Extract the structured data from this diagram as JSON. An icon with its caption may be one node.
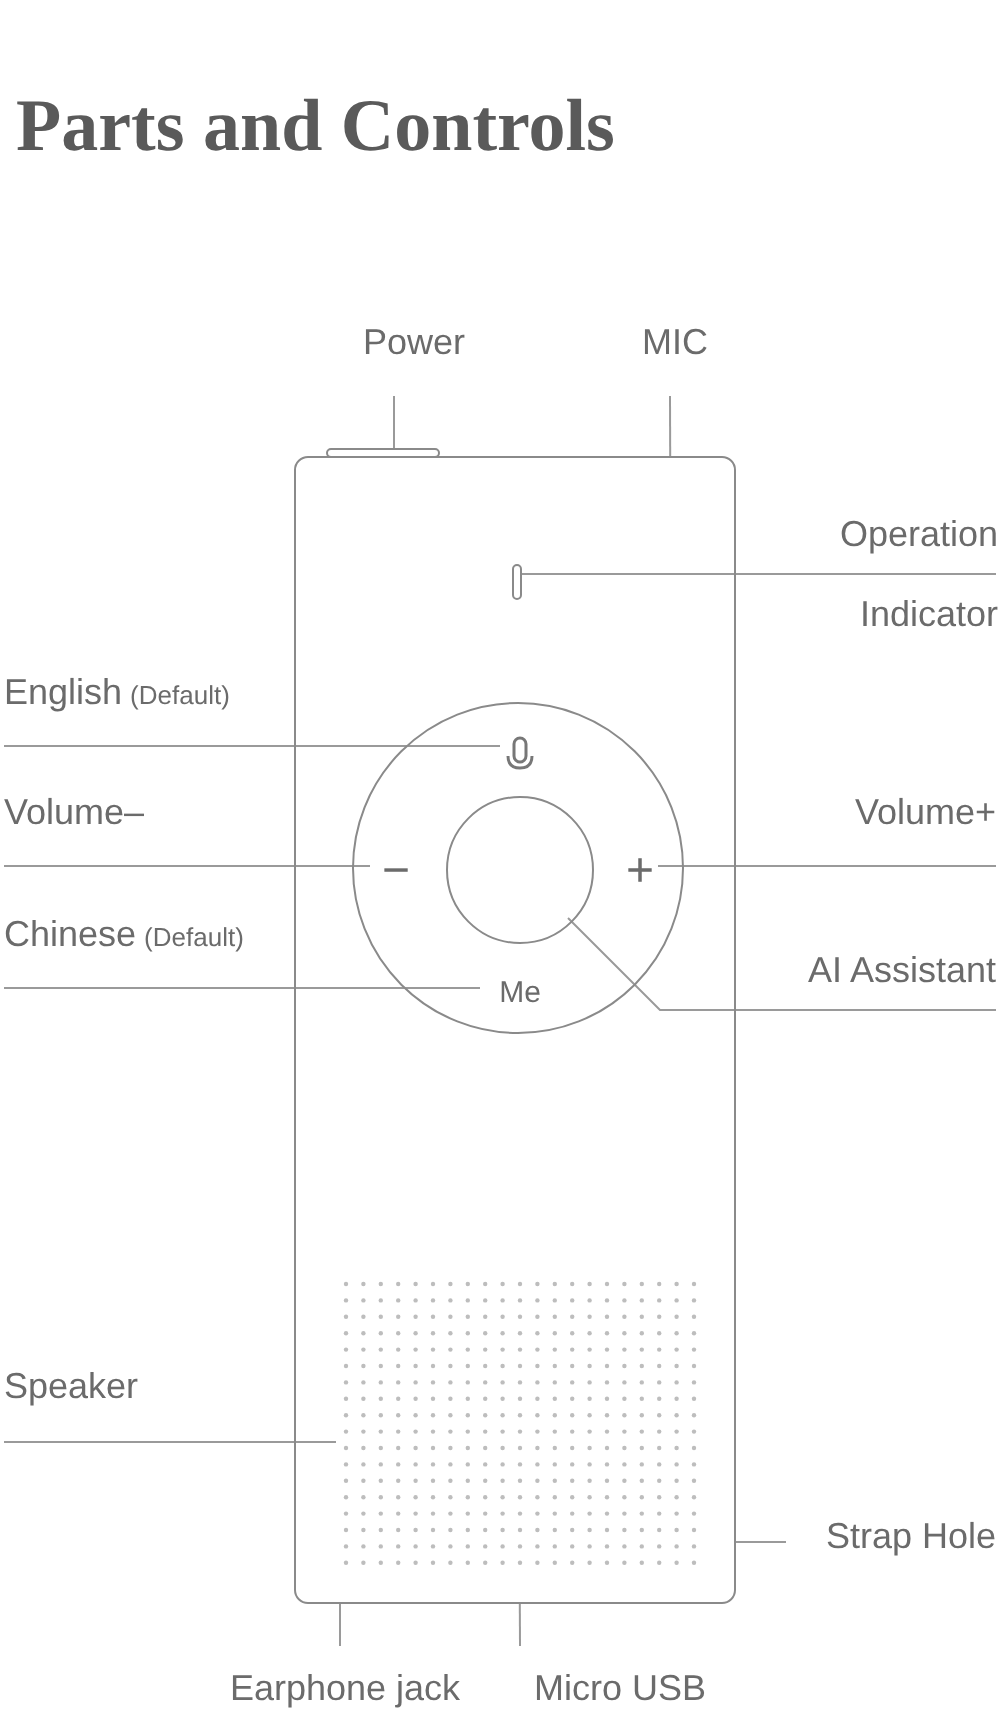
{
  "diagram": {
    "title": "Parts and Controls",
    "nodes": [
      {
        "text": [],
        "shape": "box"
      },
      {
        "text": [],
        "shape": "bar"
      },
      {
        "text": [],
        "shape": "bar",
        "in": 0
      },
      {
        "text": [],
        "shape": "circle",
        "in": 0
      },
      {
        "text": [],
        "shape": "circle",
        "in": 3
      },
      {
        "text": [
          "Me"
        ],
        "in": 3
      },
      {
        "text": [
          "−"
        ],
        "in": 3
      },
      {
        "text": [
          "+"
        ],
        "in": 3
      },
      {
        "text": [],
        "shape": "microphone",
        "in": 3
      },
      {
        "text": [],
        "shape": "grille",
        "in": 0
      },
      {
        "text": [
          "Power"
        ]
      },
      {
        "text": [
          "MIC"
        ]
      },
      {
        "text": [
          "Operation Indicator"
        ]
      },
      {
        "text": [
          "English",
          "(Default)"
        ]
      },
      {
        "text": [
          "Volume–"
        ]
      },
      {
        "text": [
          "Chinese",
          "(Default)"
        ]
      },
      {
        "text": [
          "Volume+"
        ]
      },
      {
        "text": [
          "AI Assistant"
        ]
      },
      {
        "text": [
          "Speaker"
        ]
      },
      {
        "text": [
          "Strap Hole"
        ]
      },
      {
        "text": [
          "Earphone jack"
        ]
      },
      {
        "text": [
          "Micro USB"
        ]
      }
    ],
    "edges": [
      {
        "from": 10,
        "to": 1,
        "arrow": "none"
      },
      {
        "from": 11,
        "to": 0,
        "arrow": "none"
      },
      {
        "from": 12,
        "to": 2,
        "arrow": "none"
      },
      {
        "from": 13,
        "to": 8,
        "arrow": "none"
      },
      {
        "from": 14,
        "to": 6,
        "arrow": "none"
      },
      {
        "from": 16,
        "to": 7,
        "arrow": "none"
      },
      {
        "from": 15,
        "to": 5,
        "arrow": "none"
      },
      {
        "from": 17,
        "to": 4,
        "arrow": "none"
      },
      {
        "from": 18,
        "to": 9,
        "arrow": "none"
      },
      {
        "from": 19,
        "to": 0,
        "arrow": "none"
      },
      {
        "from": 20,
        "to": 0,
        "arrow": "none"
      },
      {
        "from": 21,
        "to": 0,
        "arrow": "none"
      }
    ]
  }
}
